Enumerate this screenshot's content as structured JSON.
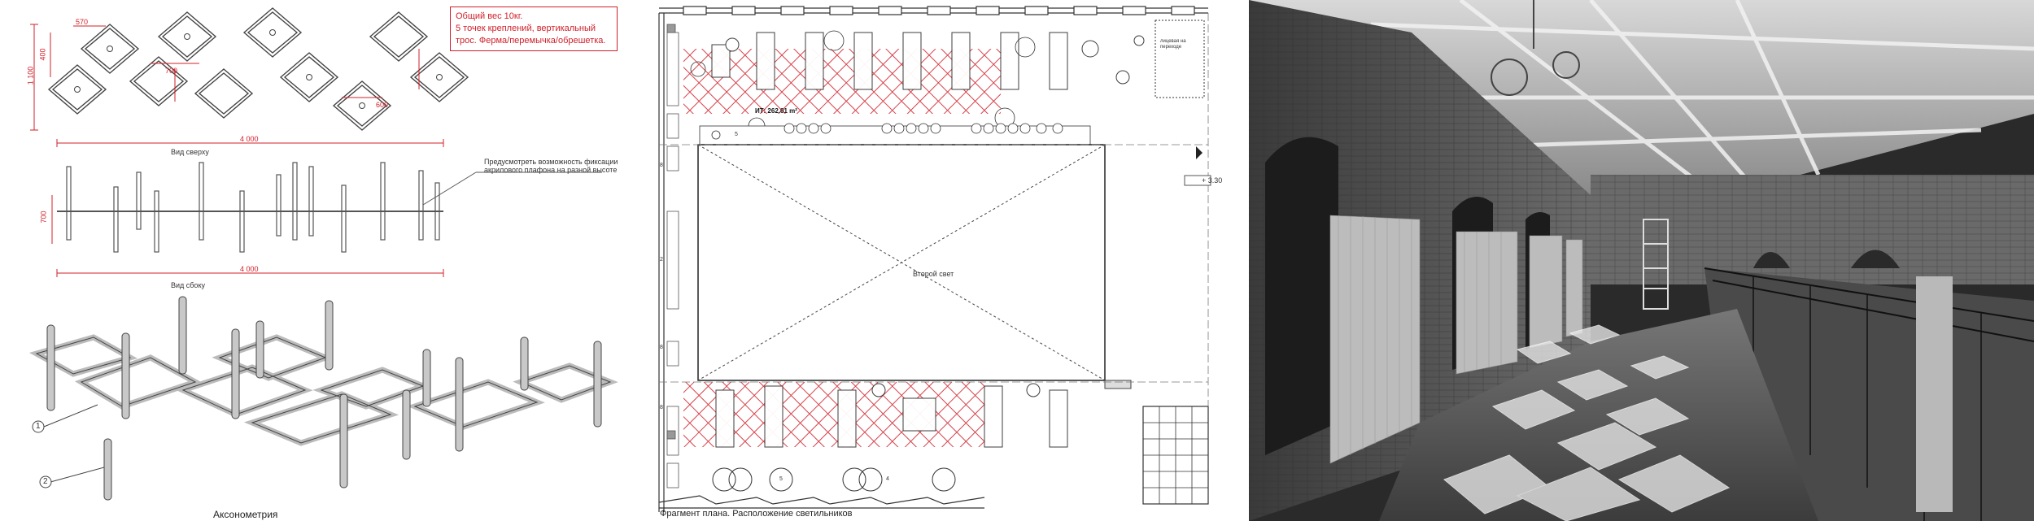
{
  "fixture_panel": {
    "note_lines": [
      "Общий вес 10кг.",
      "5 точек креплений, вертикальный",
      "трос. Ферма/перемычка/обрешетка."
    ],
    "top_view_label": "Вид сверху",
    "side_view_label": "Вид сбоку",
    "axonometry_label": "Аксонометрия",
    "side_note_lines": [
      "Предусмотреть возможность фиксации",
      "акрилового плафона на разной высоте"
    ],
    "dim_width": "4 000",
    "dim_height": "1 100",
    "dim_cell_top": "570",
    "dim_cell_side": "400",
    "dim_small_a": "700",
    "dim_small_b": "600",
    "dim_side_height": "700",
    "callout_1": "1",
    "callout_2": "2"
  },
  "plan_panel": {
    "caption": "Фрагмент плана. Расположение светильников",
    "area_label": "ИТ: 262.01 m²",
    "void_label": "Второй свет",
    "level_mark": "+ 3.30",
    "corner_note_lines": [
      "лицевая на",
      "переходе"
    ],
    "table_numbers": [
      "5",
      "5",
      "4"
    ],
    "axis_marks": [
      "8",
      "2",
      "8",
      "8"
    ]
  },
  "colors": {
    "accent": "#d0202a",
    "line": "#333333",
    "photo_bg": "#2a2a2a"
  }
}
